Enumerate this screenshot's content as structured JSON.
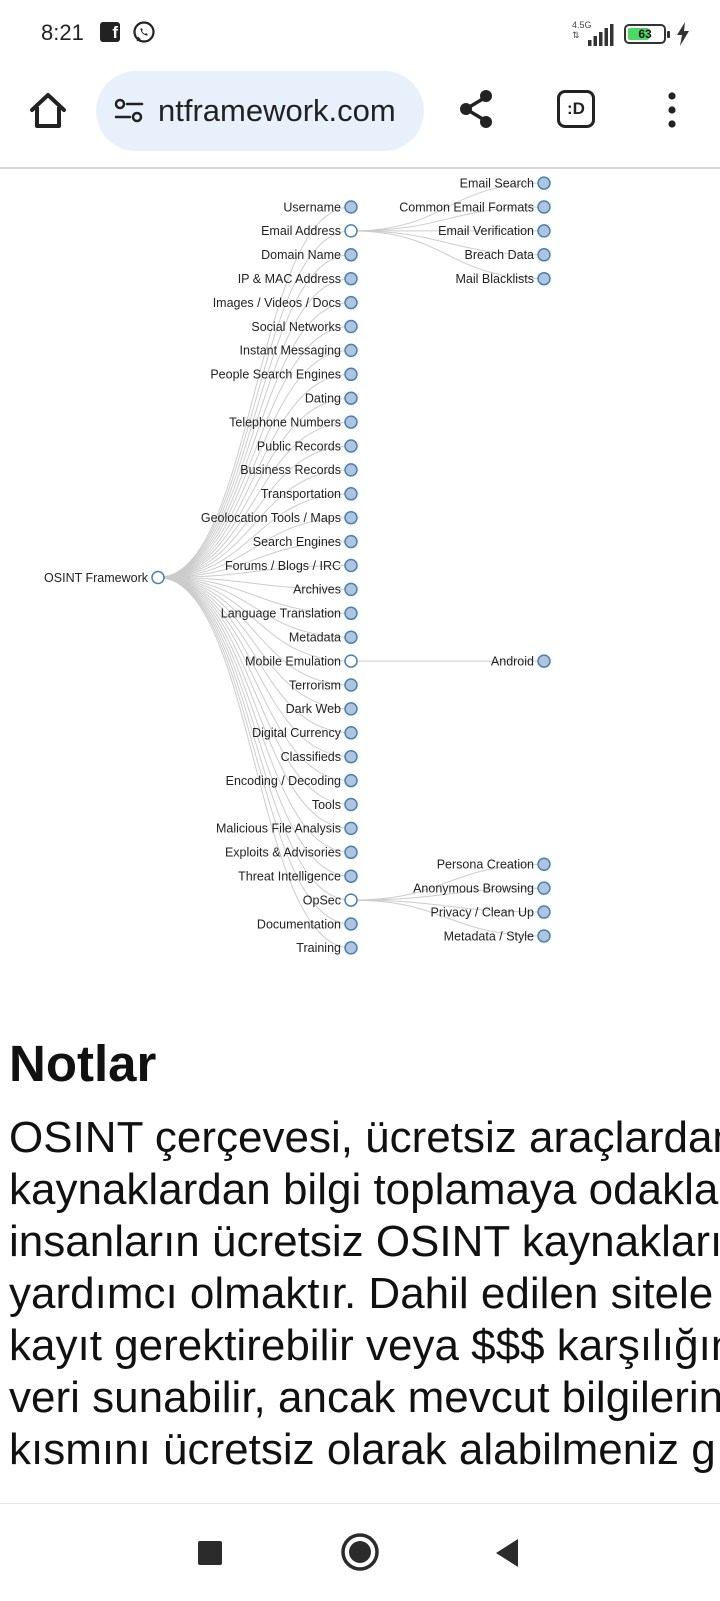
{
  "status_bar": {
    "time": "8:21",
    "network": "4.5G",
    "battery": "63",
    "battery_fraction": 0.63,
    "icons": [
      "facebook-icon",
      "whatsapp-icon",
      "signal-icon",
      "battery-icon",
      "charging-icon"
    ]
  },
  "browser": {
    "url": "ntframework.com",
    "extension_label": ":D",
    "buttons": [
      "home-icon",
      "site-settings-icon",
      "share-icon",
      "menu-icon"
    ]
  },
  "tree": {
    "root": "OSINT Framework",
    "categories": [
      {
        "label": "Username",
        "expanded": false
      },
      {
        "label": "Email Address",
        "expanded": true,
        "children": [
          "Email Search",
          "Common Email Formats",
          "Email Verification",
          "Breach Data",
          "Mail Blacklists"
        ]
      },
      {
        "label": "Domain Name",
        "expanded": false
      },
      {
        "label": "IP & MAC Address",
        "expanded": false
      },
      {
        "label": "Images / Videos / Docs",
        "expanded": false
      },
      {
        "label": "Social Networks",
        "expanded": false
      },
      {
        "label": "Instant Messaging",
        "expanded": false
      },
      {
        "label": "People Search Engines",
        "expanded": false
      },
      {
        "label": "Dating",
        "expanded": false
      },
      {
        "label": "Telephone Numbers",
        "expanded": false
      },
      {
        "label": "Public Records",
        "expanded": false
      },
      {
        "label": "Business Records",
        "expanded": false
      },
      {
        "label": "Transportation",
        "expanded": false
      },
      {
        "label": "Geolocation Tools / Maps",
        "expanded": false
      },
      {
        "label": "Search Engines",
        "expanded": false
      },
      {
        "label": "Forums / Blogs / IRC",
        "expanded": false
      },
      {
        "label": "Archives",
        "expanded": false
      },
      {
        "label": "Language Translation",
        "expanded": false
      },
      {
        "label": "Metadata",
        "expanded": false
      },
      {
        "label": "Mobile Emulation",
        "expanded": true,
        "children": [
          "Android"
        ]
      },
      {
        "label": "Terrorism",
        "expanded": false
      },
      {
        "label": "Dark Web",
        "expanded": false
      },
      {
        "label": "Digital Currency",
        "expanded": false
      },
      {
        "label": "Classifieds",
        "expanded": false
      },
      {
        "label": "Encoding / Decoding",
        "expanded": false
      },
      {
        "label": "Tools",
        "expanded": false
      },
      {
        "label": "Malicious File Analysis",
        "expanded": false
      },
      {
        "label": "Exploits & Advisories",
        "expanded": false
      },
      {
        "label": "Threat Intelligence",
        "expanded": false
      },
      {
        "label": "OpSec",
        "expanded": true,
        "children": [
          "Persona Creation",
          "Anonymous Browsing",
          "Privacy / Clean Up",
          "Metadata / Style"
        ]
      },
      {
        "label": "Documentation",
        "expanded": false
      },
      {
        "label": "Training",
        "expanded": false
      }
    ],
    "colors": {
      "collapsed_fill": "#b0c4de",
      "expanded_fill": "#ffffff",
      "node_stroke": "#4682b4",
      "link": "#cccccc"
    }
  },
  "notes": {
    "title": "Notlar",
    "body": "OSINT çerçevesi, ücretsiz araçlardan\nkaynaklardan bilgi toplamaya odakla\ninsanların ücretsiz OSINT kaynakları\nyardımcı olmaktır. Dahil edilen sitele\nkayıt gerektirebilir veya $$$ karşılığın\nveri sunabilir, ancak mevcut bilgilerin\nkısmını ücretsiz olarak alabilmeniz g"
  },
  "nav_bar": {
    "buttons": [
      "recent-apps-button",
      "home-button",
      "back-button"
    ]
  }
}
